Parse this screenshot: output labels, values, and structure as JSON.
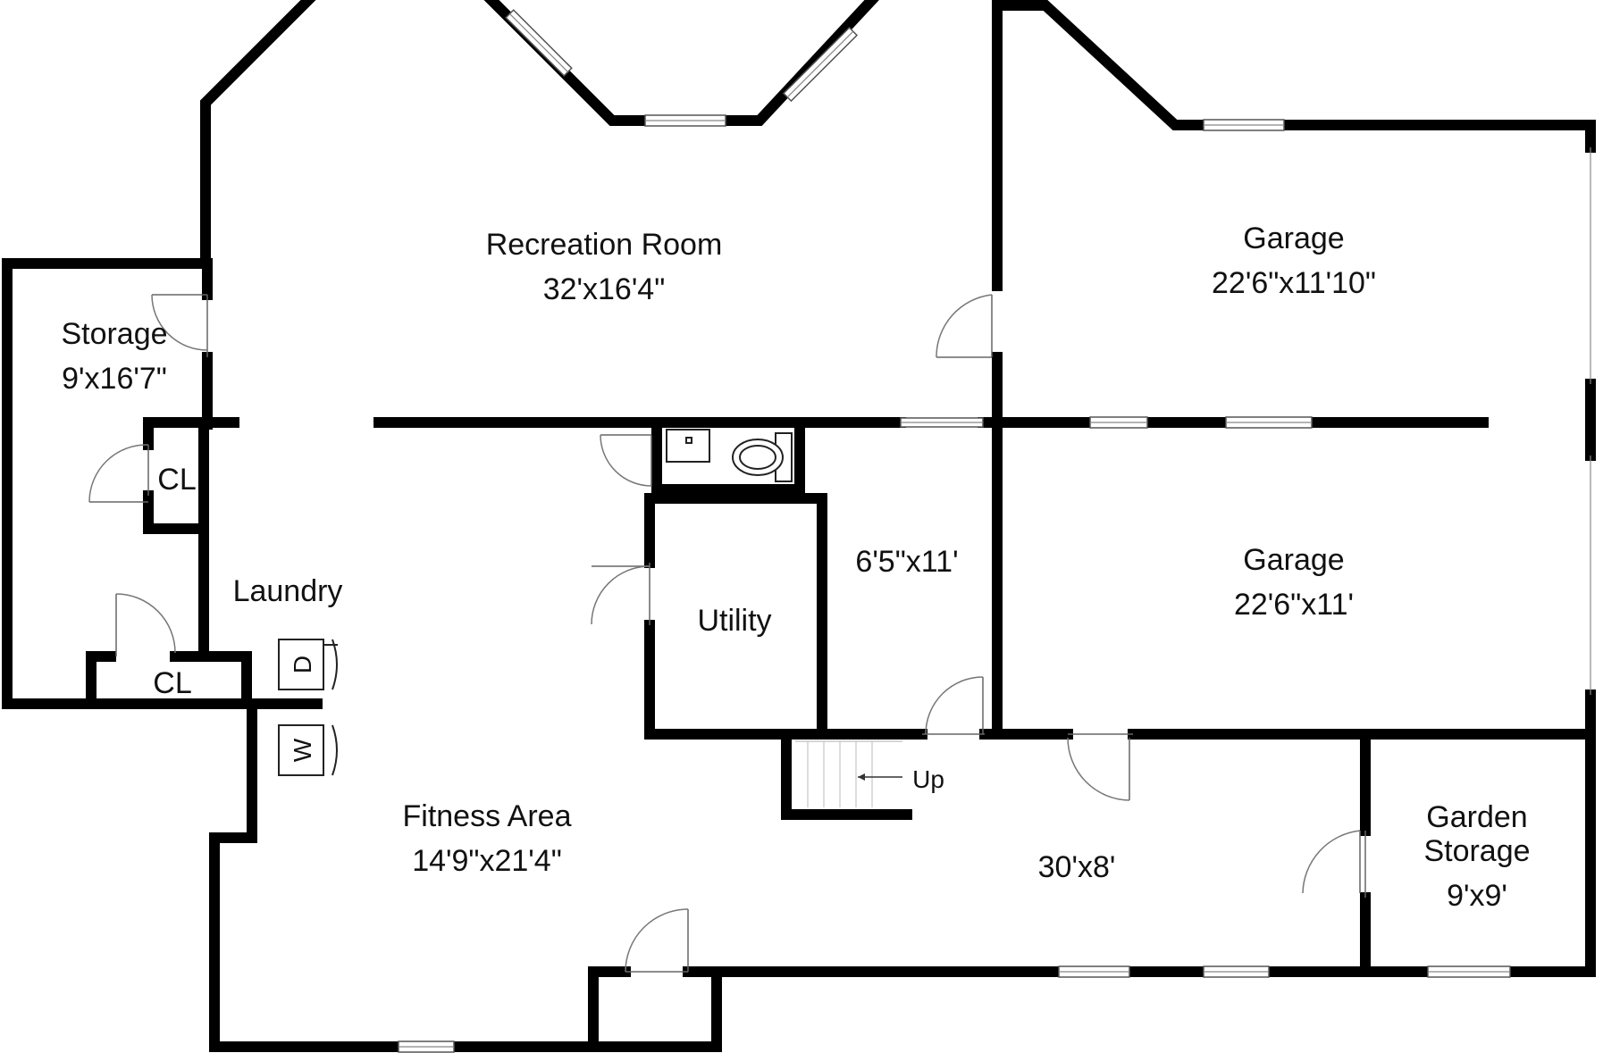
{
  "rooms": {
    "recreation": {
      "name": "Recreation Room",
      "dims": "32'x16'4\""
    },
    "garage_upper": {
      "name": "Garage",
      "dims": "22'6\"x11'10\""
    },
    "garage_lower": {
      "name": "Garage",
      "dims": "22'6\"x11'"
    },
    "storage": {
      "name": "Storage",
      "dims": "9'x16'7\""
    },
    "closet_upper": {
      "name": "CL"
    },
    "closet_lower": {
      "name": "CL"
    },
    "laundry": {
      "name": "Laundry"
    },
    "utility": {
      "name": "Utility"
    },
    "hall": {
      "dims": "6'5\"x11'"
    },
    "fitness": {
      "name": "Fitness Area",
      "dims": "14'9\"x21'4\""
    },
    "corridor": {
      "dims": "30'x8'"
    },
    "garden_storage": {
      "name_line1": "Garden",
      "name_line2": "Storage",
      "dims": "9'x9'"
    }
  },
  "appliances": {
    "dryer": "D",
    "washer": "W"
  },
  "stairs": {
    "label": "Up"
  },
  "colors": {
    "walls": "#000000",
    "background": "#ffffff"
  }
}
